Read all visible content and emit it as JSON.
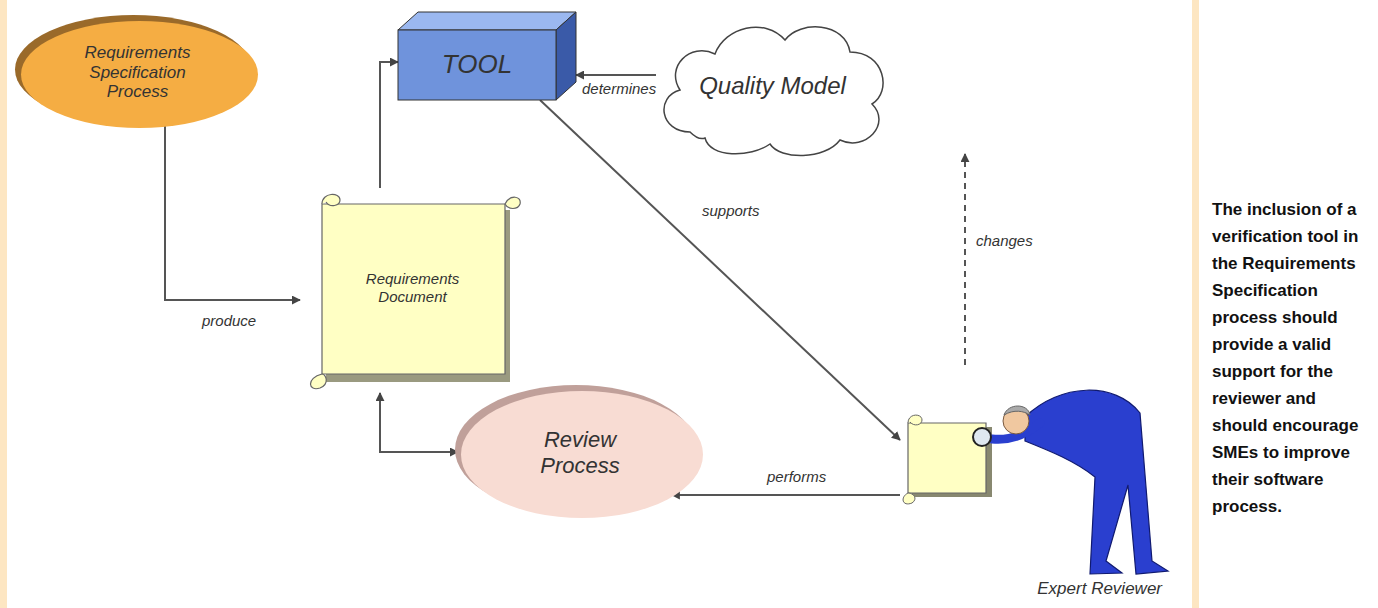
{
  "diagram": {
    "caption": "The inclusion of a verification tool in the Requirements Specification process should provide a valid support for the reviewer and should encourage SMEs to improve their software process.",
    "nodes": [
      {
        "text": [
          "Requirements Specification Process"
        ]
      },
      {
        "text": [
          "TOOL"
        ]
      },
      {
        "text": [
          "Quality Model"
        ]
      },
      {
        "text": [
          "Requirements Document"
        ]
      },
      {
        "text": [
          "Review Process"
        ]
      },
      {
        "text": [
          "Expert Reviewer"
        ]
      }
    ],
    "edges": [
      {
        "from": 0,
        "to": 3,
        "label": "produce",
        "arrow": "to"
      },
      {
        "from": 3,
        "to": 1,
        "arrow": "to"
      },
      {
        "from": 2,
        "to": 1,
        "label": "determines",
        "arrow": "to"
      },
      {
        "from": 1,
        "to": 5,
        "label": "supports",
        "arrow": "to"
      },
      {
        "from": 5,
        "to": 2,
        "label": "changes",
        "arrow": "to"
      },
      {
        "from": 5,
        "to": 4,
        "label": "performs",
        "arrow": "to"
      },
      {
        "from": 4,
        "to": 3,
        "arrow": "both"
      }
    ]
  }
}
